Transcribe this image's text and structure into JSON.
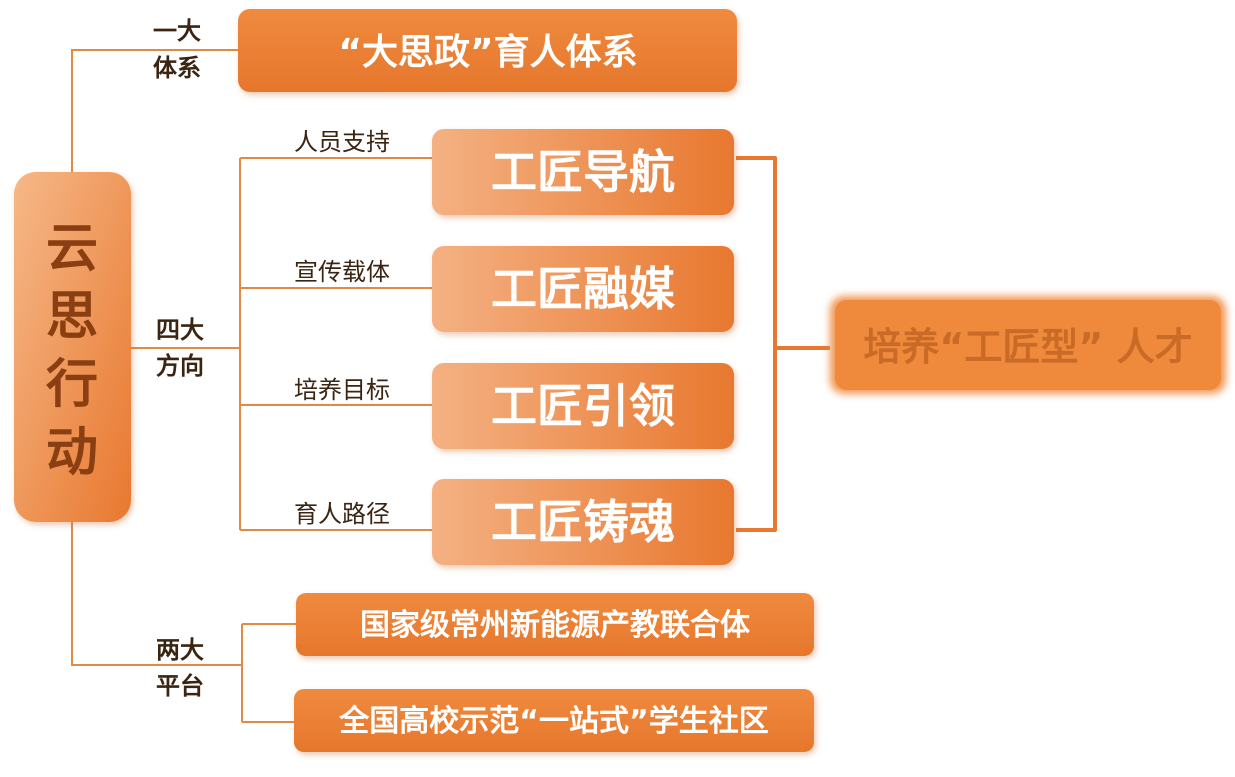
{
  "colors": {
    "connector": "#e08a45",
    "box_dark": "#e8782f",
    "box_light": "#f4b183",
    "box_text": "#ffffff",
    "label_text": "#3a2412",
    "result_text": "#c96a26"
  },
  "root": {
    "label": "云思行动"
  },
  "branches": {
    "one": {
      "label_line1": "一大",
      "label_line2": "体系",
      "box": "“大思政”育人体系"
    },
    "four": {
      "label_line1": "四大",
      "label_line2": "方向",
      "items": [
        {
          "edge_label": "人员支持",
          "box": "工匠导航"
        },
        {
          "edge_label": "宣传载体",
          "box": "工匠融媒"
        },
        {
          "edge_label": "培养目标",
          "box": "工匠引领"
        },
        {
          "edge_label": "育人路径",
          "box": "工匠铸魂"
        }
      ]
    },
    "two": {
      "label_line1": "两大",
      "label_line2": "平台",
      "items": [
        {
          "box": "国家级常州新能源产教联合体"
        },
        {
          "box": "全国高校示范“一站式”学生社区"
        }
      ]
    }
  },
  "result": {
    "box": "培养“工匠型” 人才"
  }
}
